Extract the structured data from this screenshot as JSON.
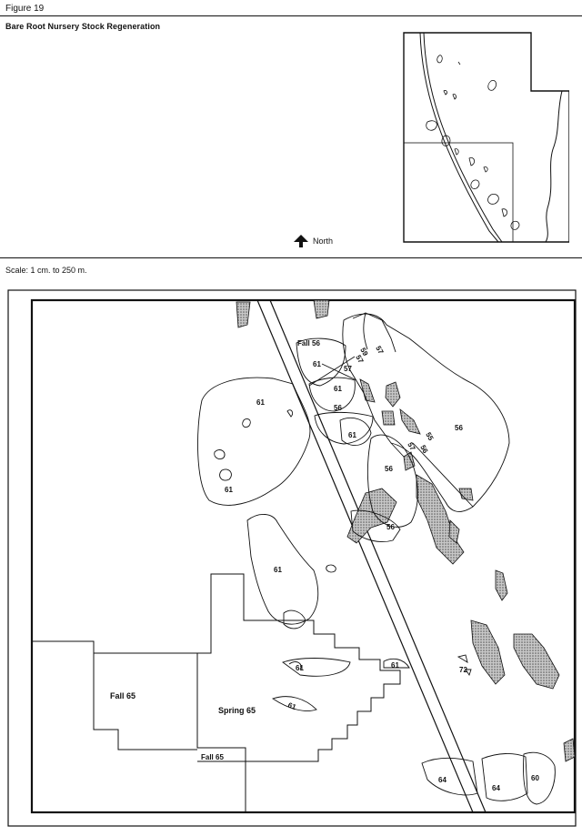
{
  "figure_label": "Figure 19",
  "title": "Bare Root Nursery Stock Regeneration",
  "north_label": "North",
  "scale_text": "Scale: 1 cm. to 250 m.",
  "colors": {
    "ink": "#111111",
    "stipple": "#9a9a9a",
    "paper": "#ffffff"
  },
  "map_labels": {
    "fall56": "Fall 56",
    "l59": "59",
    "l57a": "57",
    "l57b": "57",
    "l61a": "61",
    "l57c": "57",
    "l61b": "61",
    "l61c": "61",
    "l56a": "56",
    "l61d": "61",
    "l56b": "56",
    "l55": "55",
    "l57d": "57",
    "l56c": "56",
    "l56d": "56",
    "l61e": "61",
    "l56e": "56",
    "l61f": "61",
    "l61g": "61",
    "l61h": "61",
    "l72": "72",
    "fall65a": "Fall 65",
    "spring65": "Spring 65",
    "l61i": "61",
    "fall65b": "Fall 65",
    "l64a": "64",
    "l64b": "64",
    "l60": "60"
  }
}
